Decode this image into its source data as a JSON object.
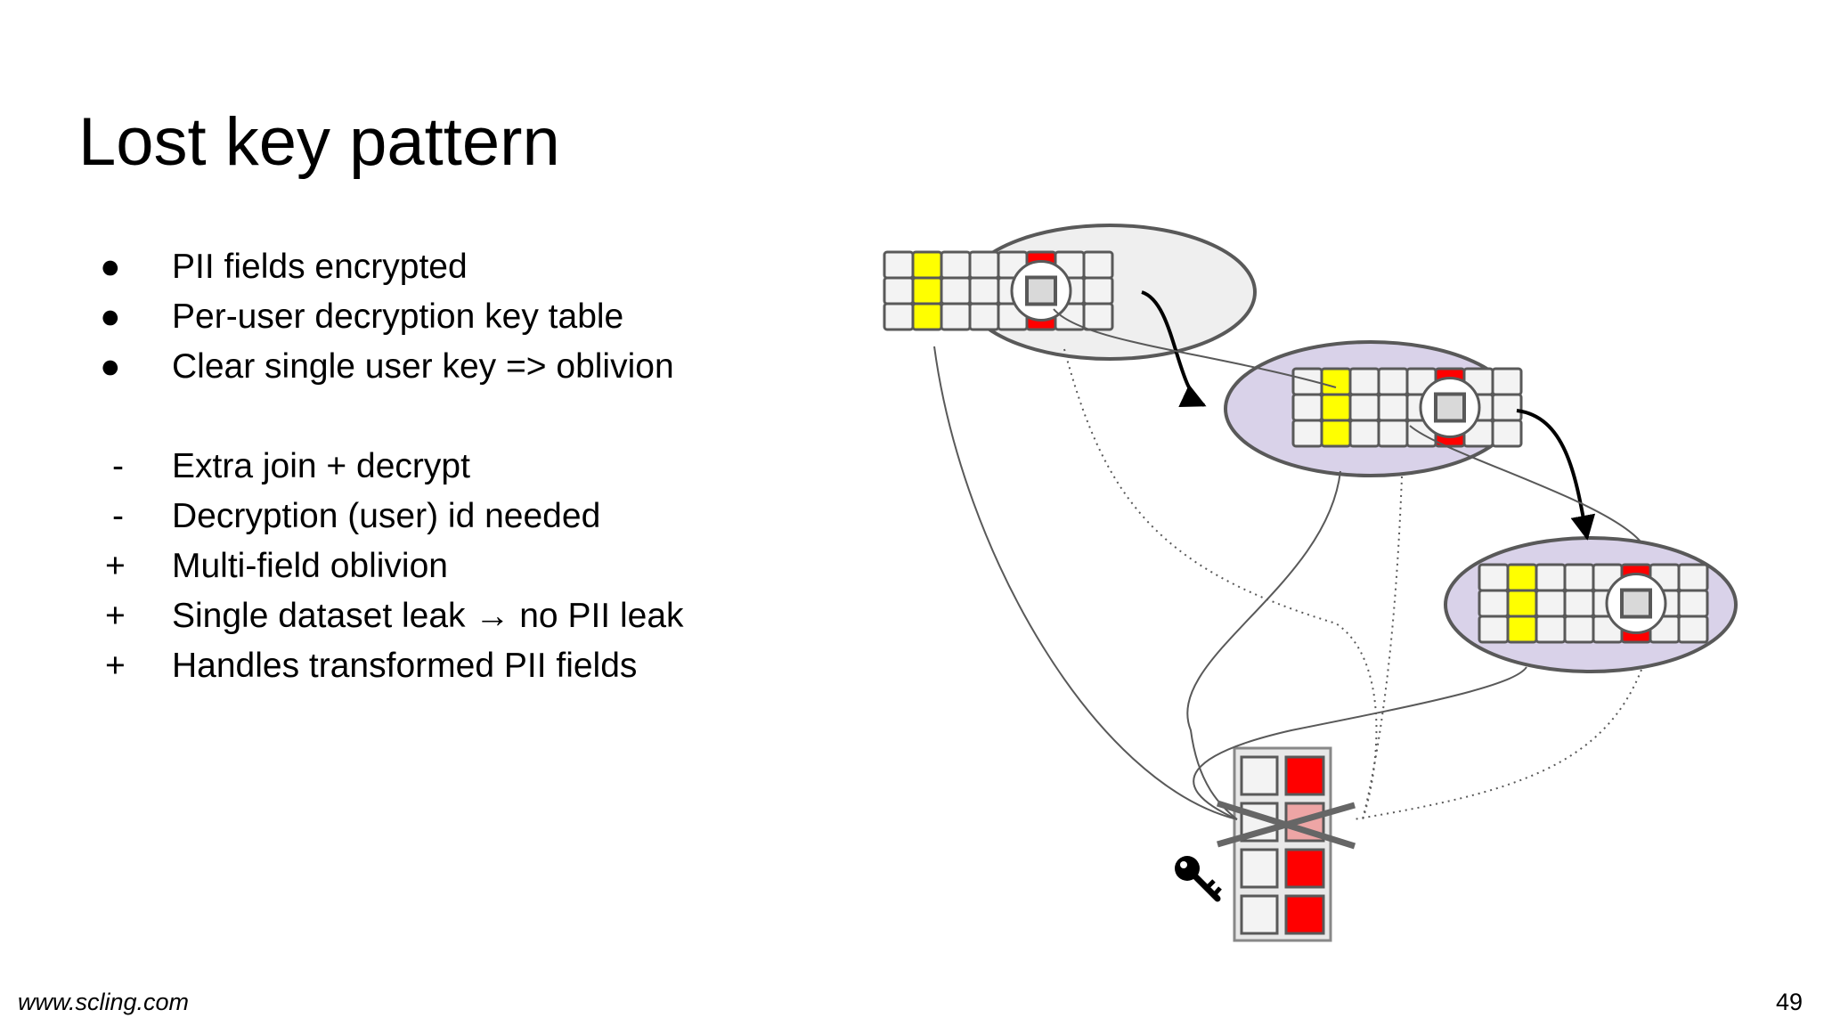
{
  "slide": {
    "title": "Lost key pattern",
    "bullets": [
      {
        "marker": "●",
        "text": "PII fields encrypted"
      },
      {
        "marker": "●",
        "text": "Per-user decryption key table"
      },
      {
        "marker": "●",
        "text": "Clear single user key => oblivion"
      },
      {
        "marker": "-",
        "text": "Extra join + decrypt"
      },
      {
        "marker": "-",
        "text": "Decryption (user) id needed"
      },
      {
        "marker": "+",
        "text": "Multi-field oblivion"
      },
      {
        "marker": "+",
        "text": "Single dataset leak → no PII leak"
      },
      {
        "marker": "+",
        "text": "Handles transformed PII fields"
      }
    ],
    "footer_url": "www.scling.com",
    "page_number": "49"
  },
  "diagram": {
    "datasets": [
      "dataset-1",
      "dataset-2",
      "dataset-3"
    ],
    "key_table_rows": 4,
    "cleared_row": 2,
    "icons": [
      "key-icon",
      "cross-out-mark"
    ],
    "colors": {
      "pii_field": "#ffff00",
      "encrypted_field": "#ff0000",
      "cleared_key": "#eea5a5",
      "cell": "#f3f3f3",
      "cell_border": "#595959",
      "dataset1_fill": "#efefef",
      "dataset2_fill": "#d9d2e9",
      "dataset3_fill": "#d9d2e9"
    }
  }
}
